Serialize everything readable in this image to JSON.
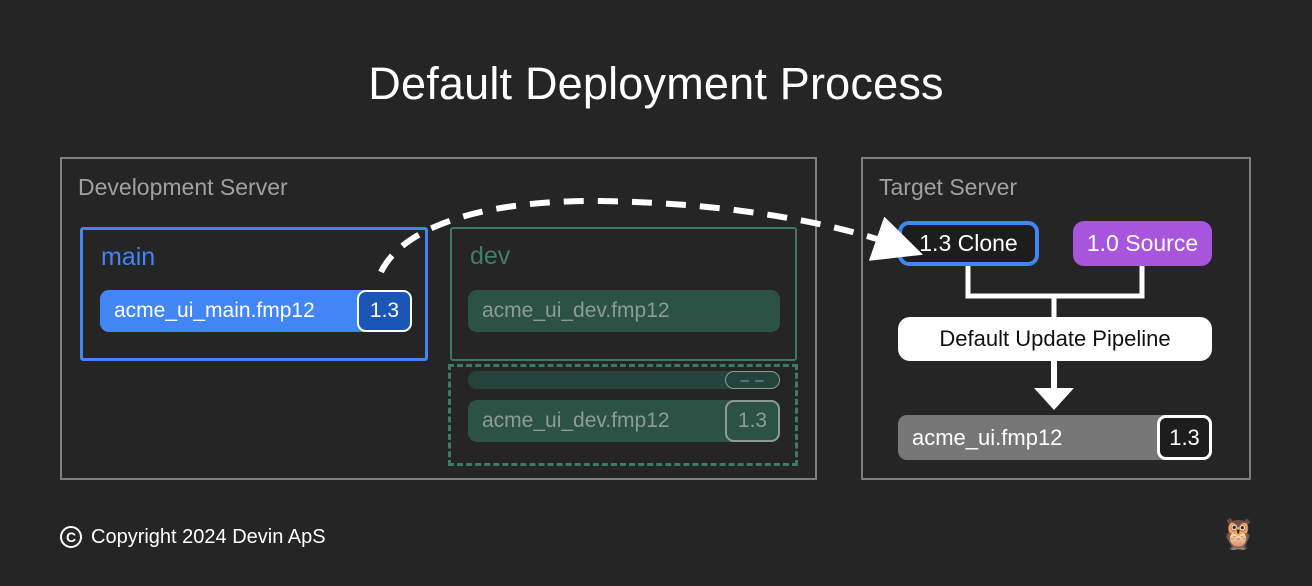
{
  "title": "Default Deployment Process",
  "colors": {
    "background": "#252525",
    "panel_border": "#7e7e7e",
    "blue": "#4285f4",
    "blue_dark": "#1b55b5",
    "green_border": "#3c7a63",
    "green_fill": "#2c5246",
    "green_text": "#3f7f67",
    "purple": "#a855dd",
    "gray_pill": "#777777",
    "white": "#ffffff",
    "muted_text": "#8e9a96",
    "panel_title": "#a0a0a0"
  },
  "dev_server": {
    "title": "Development Server",
    "main_branch": {
      "label": "main",
      "file": "acme_ui_main.fmp12",
      "version": "1.3"
    },
    "dev_branch": {
      "label": "dev",
      "file": "acme_ui_dev.fmp12"
    },
    "staging": {
      "placeholder_version": "– –",
      "file": "acme_ui_dev.fmp12",
      "version": "1.3"
    }
  },
  "target_server": {
    "title": "Target Server",
    "clone_node": "1.3 Clone",
    "source_node": "1.0 Source",
    "pipeline_node": "Default Update Pipeline",
    "result": {
      "file": "acme_ui.fmp12",
      "version": "1.3"
    }
  },
  "footer": {
    "copyright_symbol": "C",
    "text": "Copyright 2024 Devin ApS",
    "mascot": "🦉"
  }
}
